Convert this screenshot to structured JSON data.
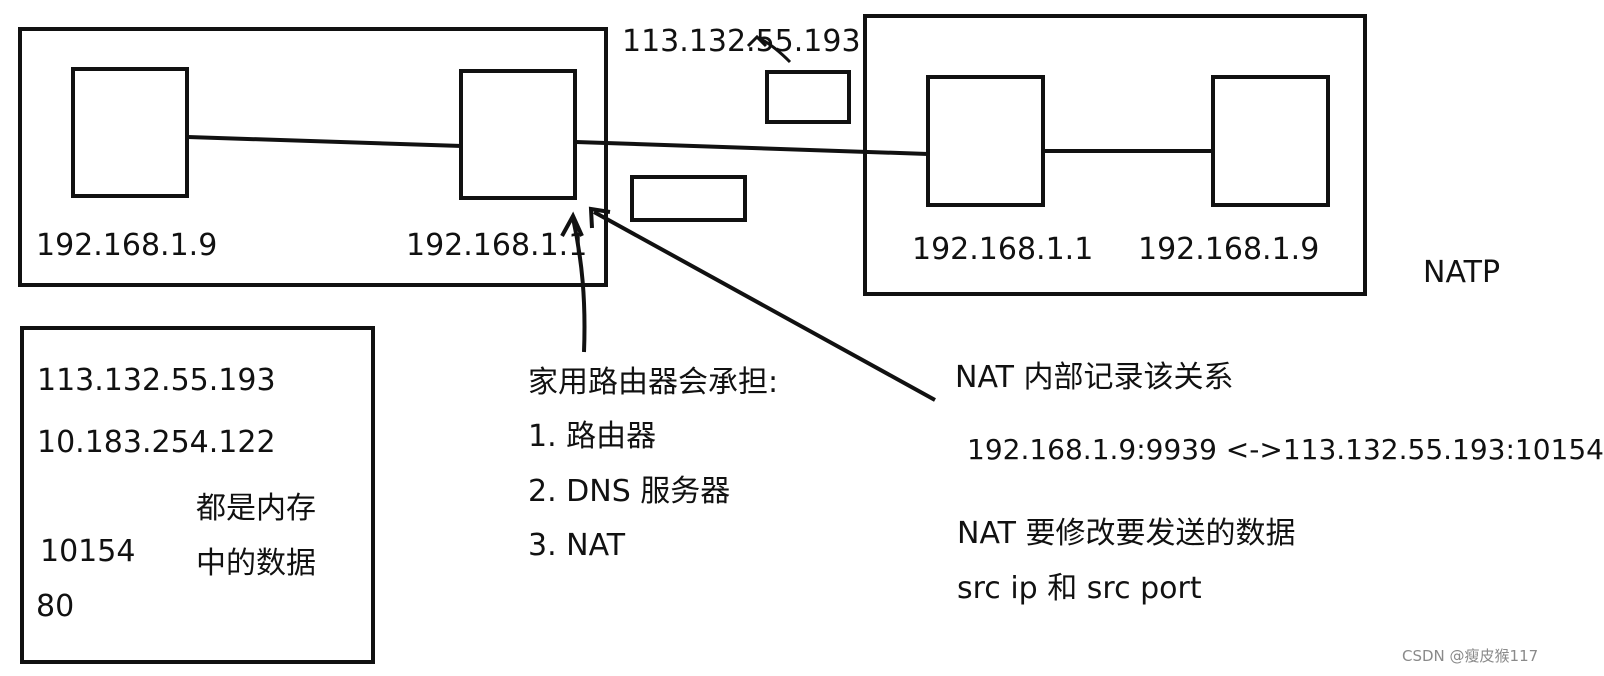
{
  "home": {
    "pc_ip": "192.168.1.9",
    "router_ip": "192.168.1.1"
  },
  "public_ip": "113.132.55.193",
  "remote": {
    "router_ip": "192.168.1.1",
    "pc_ip": "192.168.1.9"
  },
  "natp_label": "NATP",
  "memory_box": {
    "line1": "113.132.55.193",
    "line2": "10.183.254.122",
    "line3": "10154",
    "line4": "80",
    "note_line1": "都是内存",
    "note_line2": "中的数据"
  },
  "router_roles": {
    "heading": "家用路由器会承担:",
    "items": [
      "1. 路由器",
      "2. DNS 服务器",
      "3. NAT"
    ]
  },
  "nat_notes": {
    "record": "NAT 内部记录该关系",
    "mapping": "192.168.1.9:9939 <->113.132.55.193:10154",
    "modify": "NAT 要修改要发送的数据",
    "fields": "src ip 和 src port"
  },
  "watermark": "CSDN @瘦皮猴117"
}
